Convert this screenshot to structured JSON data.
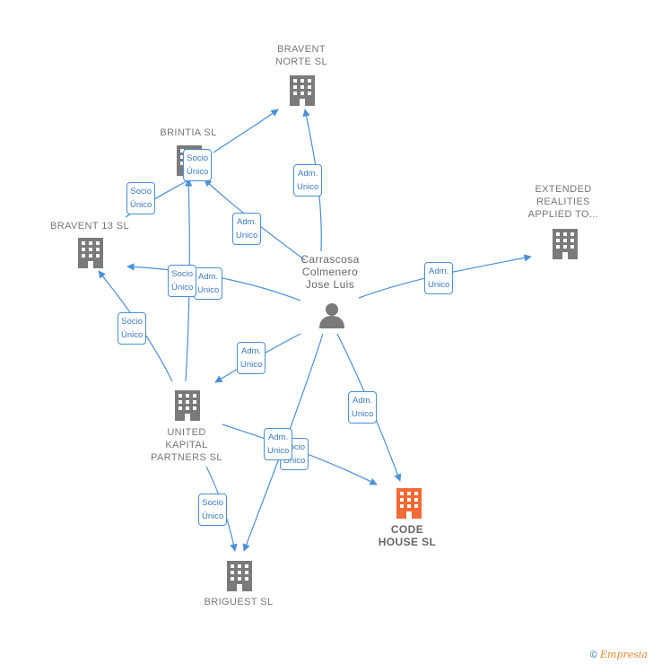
{
  "nodes": {
    "bravent_norte": "BRAVENT\nNORTE  SL",
    "brintia": "BRINTIA  SL",
    "bravent13": "BRAVENT 13 SL",
    "extended": "EXTENDED\nREALITIES\nAPPLIED TO...",
    "person": "Carrascosa\nColmenero\nJose Luis",
    "united": "UNITED\nKAPITAL\nPARTNERS  SL",
    "code_house": "CODE\nHOUSE  SL",
    "briguest": "BRIGUEST  SL"
  },
  "edges": {
    "person_bravent_norte": "Adm.\nUnico",
    "person_brintia": "Adm.\nUnico",
    "person_extended": "Adm.\nUnico",
    "person_bravent13_back": "Adm.\nUnico",
    "united_bravent13": "Socio\nÚnico",
    "united_brintia": "Socio\nÚnico",
    "brintia_bravent13": "Socio\nÚnico",
    "brintia_self": "Socio\nÚnico",
    "person_united": "Adm.\nUnico",
    "person_code_house": "Adm.\nUnico",
    "united_code_house_back": "Socio\nÚnico",
    "person_briguest": "Adm.\nUnico",
    "united_briguest": "Socio\nÚnico"
  },
  "colors": {
    "edge": "#4a8fd9",
    "building": "#7a7a7a",
    "focus_building": "#f26a35",
    "person": "#7a7a7a"
  },
  "footer": {
    "copyright": "©",
    "brand": "Empresia"
  }
}
